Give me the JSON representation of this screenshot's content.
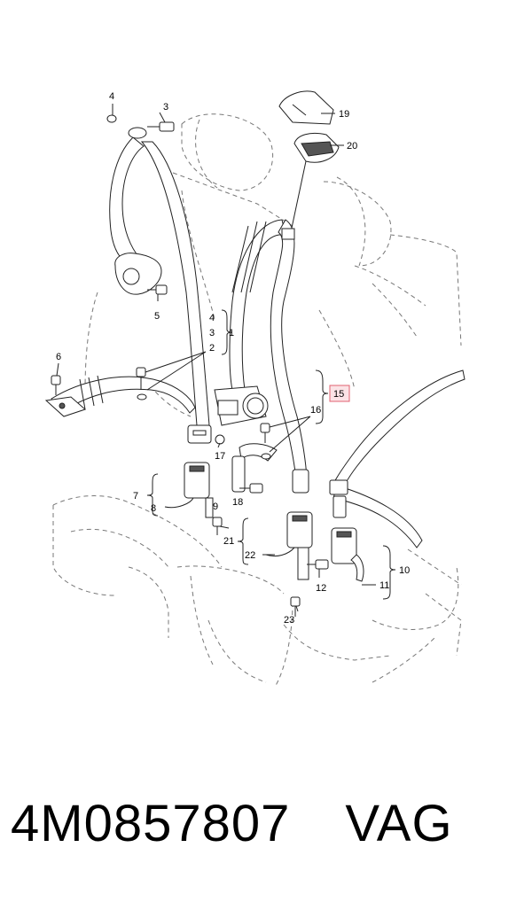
{
  "callouts": [
    {
      "id": "c4a",
      "text": "4"
    },
    {
      "id": "c3a",
      "text": "3"
    },
    {
      "id": "c5",
      "text": "5"
    },
    {
      "id": "c4b",
      "text": "4"
    },
    {
      "id": "c3b",
      "text": "3"
    },
    {
      "id": "c1",
      "text": "1"
    },
    {
      "id": "c2",
      "text": "2"
    },
    {
      "id": "c6",
      "text": "6"
    },
    {
      "id": "c19",
      "text": "19"
    },
    {
      "id": "c20",
      "text": "20"
    },
    {
      "id": "c15",
      "text": "15"
    },
    {
      "id": "c16",
      "text": "16"
    },
    {
      "id": "c17",
      "text": "17"
    },
    {
      "id": "c18",
      "text": "18"
    },
    {
      "id": "c7",
      "text": "7"
    },
    {
      "id": "c8",
      "text": "8"
    },
    {
      "id": "c9",
      "text": "9"
    },
    {
      "id": "c21",
      "text": "21"
    },
    {
      "id": "c22",
      "text": "22"
    },
    {
      "id": "c12",
      "text": "12"
    },
    {
      "id": "c10",
      "text": "10"
    },
    {
      "id": "c11",
      "text": "11"
    },
    {
      "id": "c23",
      "text": "23"
    }
  ],
  "caption": {
    "part_number": "4M0857807",
    "brand": "VAG"
  },
  "colors": {
    "highlight": "#e06070",
    "highlight_fill": "#fbe3e6"
  }
}
